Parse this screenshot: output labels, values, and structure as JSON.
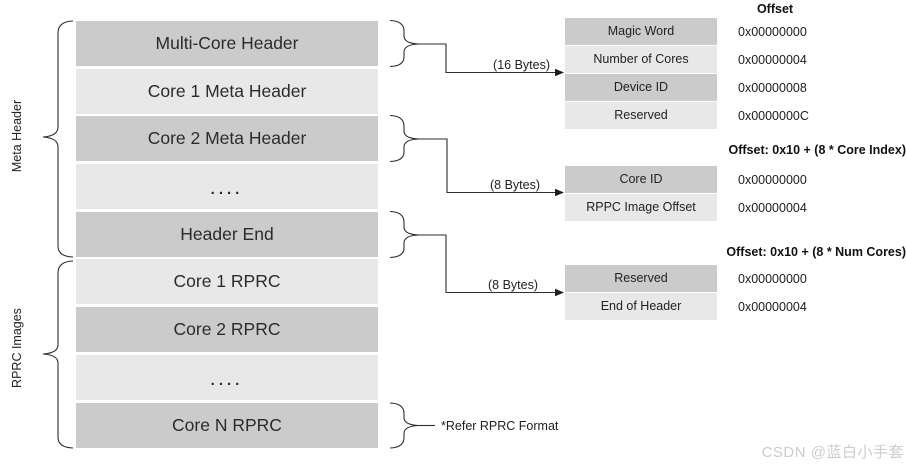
{
  "diagram": {
    "sections": [
      {
        "label": "Meta Header"
      },
      {
        "label": "RPRC Images"
      }
    ],
    "blocks": [
      {
        "label": "Multi-Core Header",
        "shade": "dark"
      },
      {
        "label": "Core 1 Meta Header",
        "shade": "light"
      },
      {
        "label": "Core 2 Meta Header",
        "shade": "dark"
      },
      {
        "label": "....",
        "shade": "light"
      },
      {
        "label": "Header End",
        "shade": "dark"
      },
      {
        "label": "Core 1 RPRC",
        "shade": "light"
      },
      {
        "label": "Core 2 RPRC",
        "shade": "dark"
      },
      {
        "label": "....",
        "shade": "light"
      },
      {
        "label": "Core N RPRC",
        "shade": "dark"
      }
    ],
    "connectors": [
      {
        "label": "(16 Bytes)"
      },
      {
        "label": "(8 Bytes)"
      },
      {
        "label": "(8 Bytes)"
      },
      {
        "label": "*Refer RPRC Format"
      }
    ],
    "tables": [
      {
        "header": "Offset",
        "rows": [
          {
            "field": "Magic Word",
            "offset": "0x00000000",
            "shade": "dark"
          },
          {
            "field": "Number of Cores",
            "offset": "0x00000004",
            "shade": "light"
          },
          {
            "field": "Device ID",
            "offset": "0x00000008",
            "shade": "dark"
          },
          {
            "field": "Reserved",
            "offset": "0x0000000C",
            "shade": "light"
          }
        ]
      },
      {
        "header": "Offset: 0x10 + (8 * Core Index)",
        "rows": [
          {
            "field": "Core ID",
            "offset": "0x00000000",
            "shade": "dark"
          },
          {
            "field": "RPPC Image Offset",
            "offset": "0x00000004",
            "shade": "light"
          }
        ]
      },
      {
        "header": "Offset: 0x10 + (8 * Num Cores)",
        "rows": [
          {
            "field": "Reserved",
            "offset": "0x00000000",
            "shade": "dark"
          },
          {
            "field": "End of Header",
            "offset": "0x00000004",
            "shade": "light"
          }
        ]
      }
    ],
    "colors": {
      "block_dark": "#cbcbcb",
      "block_light": "#e8e8e8",
      "line": "#2e2e2e",
      "watermark": "#cdcdcd"
    }
  },
  "watermark": {
    "text": "CSDN @蓝白小手套"
  }
}
